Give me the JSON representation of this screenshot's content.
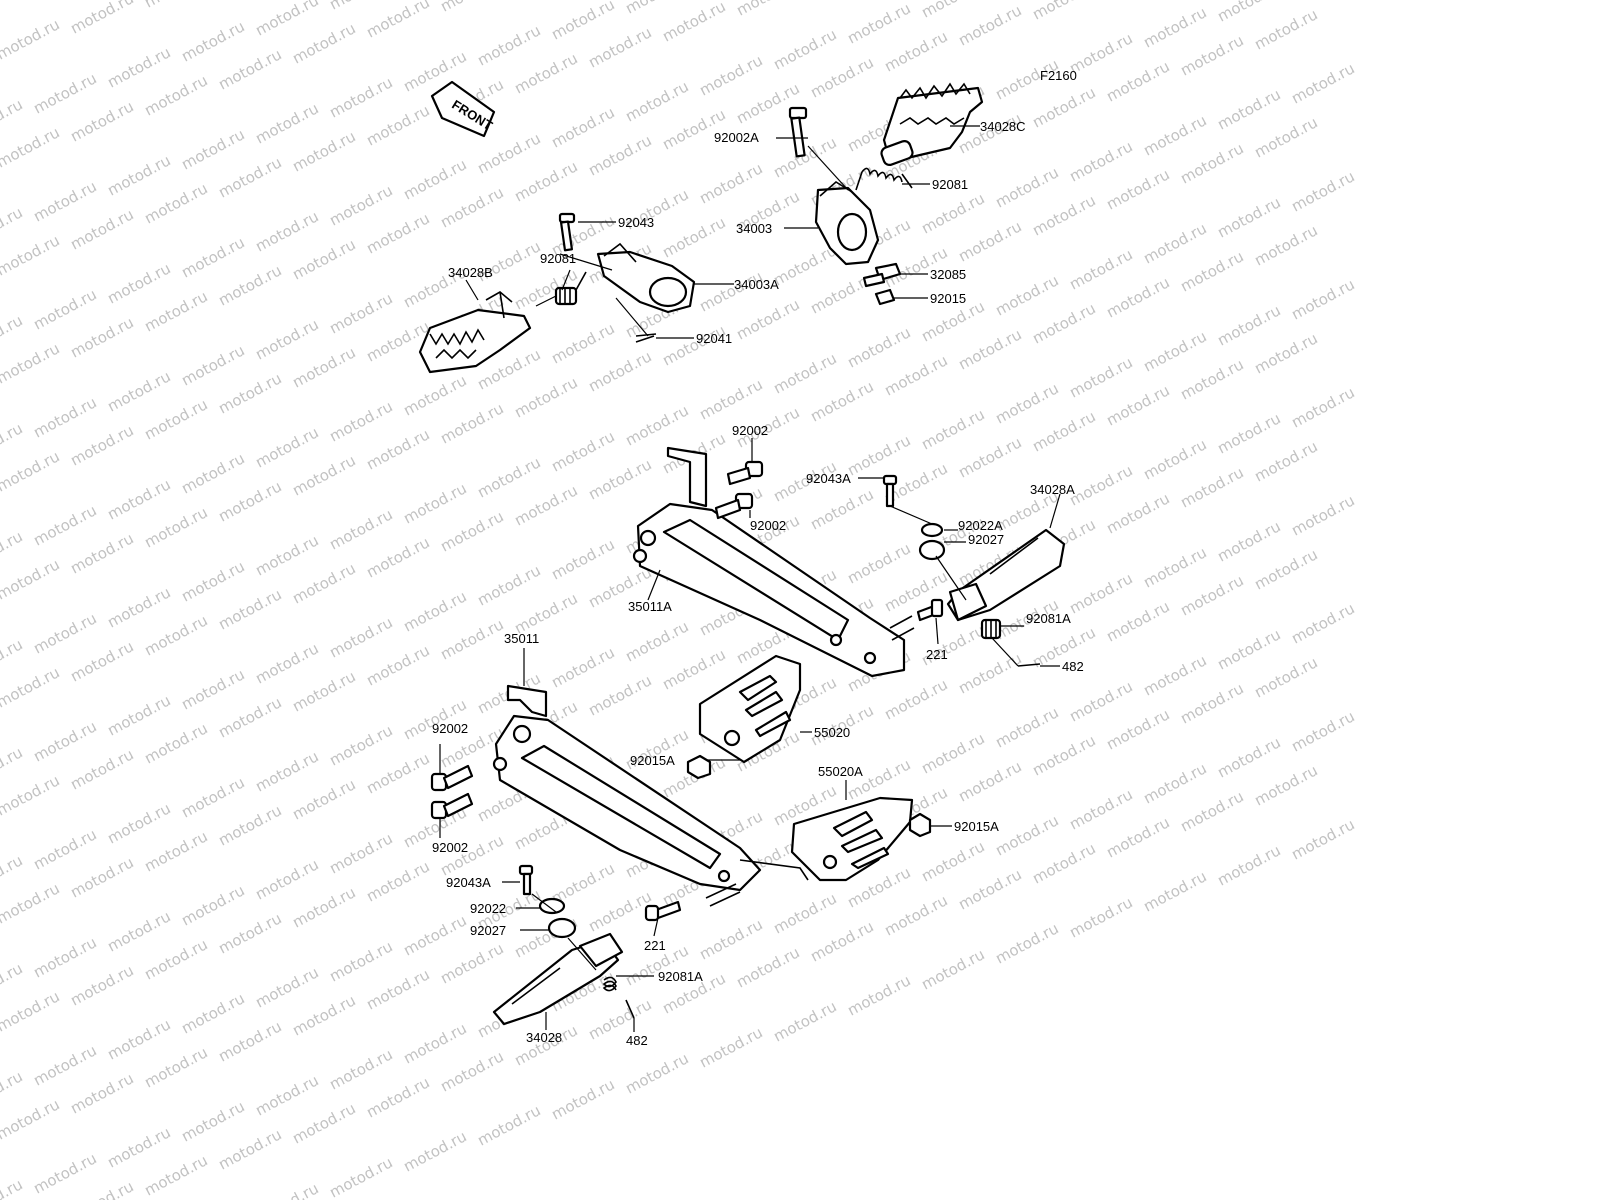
{
  "figure_code": "F2160",
  "watermark": "motod.ru",
  "front_label": "FRONT",
  "labels": {
    "p34028C": "34028C",
    "p92002A": "92002A",
    "p92081_top": "92081",
    "p34003": "34003",
    "p32085": "32085",
    "p92015": "92015",
    "p92043": "92043",
    "p34028B": "34028B",
    "p92081_left": "92081",
    "p34003A": "34003A",
    "p92041": "92041",
    "p92002_a": "92002",
    "p92002_b": "92002",
    "p92043A_right": "92043A",
    "p34028A": "34028A",
    "p92022A": "92022A",
    "p92027_right": "92027",
    "p35011A": "35011A",
    "p221_right": "221",
    "p92081A_right": "92081A",
    "p482_right": "482",
    "p35011": "35011",
    "p55020": "55020",
    "p92002_c": "92002",
    "p92015A_left": "92015A",
    "p92002_d": "92002",
    "p55020A": "55020A",
    "p92015A_right": "92015A",
    "p92043A_left": "92043A",
    "p92022": "92022",
    "p92027_left": "92027",
    "p221_left": "221",
    "p92081A_left": "92081A",
    "p34028": "34028",
    "p482_left": "482"
  }
}
